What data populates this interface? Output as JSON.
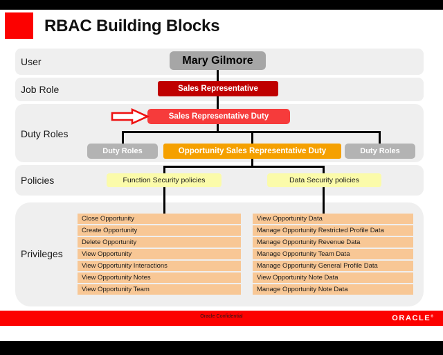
{
  "window": {
    "slide_title": "RBAC Building Blocks"
  },
  "footer": {
    "confidential": "Oracle Confidential",
    "brand": "ORACLE",
    "brand_mark": "®"
  },
  "rows": {
    "user_label": "User",
    "job_role_label": "Job Role",
    "duty_roles_label": "Duty Roles",
    "policies_label": "Policies",
    "privileges_label": "Privileges"
  },
  "nodes": {
    "user": "Mary Gilmore",
    "job_role": "Sales Representative",
    "duty_role_main": "Sales Representative Duty",
    "duty_role_left": "Duty Roles",
    "duty_role_center": "Opportunity Sales Representative Duty",
    "duty_role_right": "Duty Roles",
    "policy_function": "Function Security policies",
    "policy_data": "Data Security policies"
  },
  "privileges": {
    "function_security": [
      "Close Opportunity",
      "Create Opportunity",
      "Delete Opportunity",
      "View Opportunity",
      "View Opportunity Interactions",
      "View Opportunity Notes",
      "View Opportunity Team"
    ],
    "data_security": [
      "View Opportunity Data",
      "Manage Opportunity Restricted Profile Data",
      "Manage Opportunity Revenue Data",
      "Manage Opportunity Team Data",
      "Manage Opportunity General Profile Data",
      "View Opportunity Note Data",
      "Manage Opportunity Note Data"
    ]
  },
  "colors": {
    "brand_red": "#fc0100",
    "job_role_red": "#bf0000",
    "duty_role_red": "#f63b3b",
    "duty_role_gray": "#b3b3b3",
    "opportunity_orange": "#f5a000",
    "policy_yellow": "#fbfbaa",
    "privilege_peach": "#f8c795",
    "band_gray": "#efefef",
    "user_gray": "#a6a6a6"
  }
}
